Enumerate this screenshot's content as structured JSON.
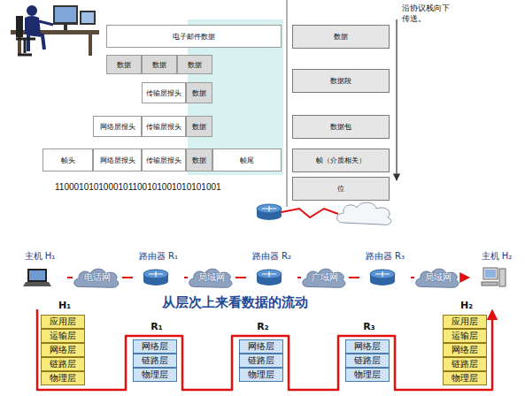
{
  "diagram": {
    "nodes": [
      {
        "text": [
          "电子邮件数据"
        ]
      },
      {
        "text": [
          "数据"
        ]
      },
      {
        "text": [
          "数据"
        ]
      },
      {
        "text": [
          "数据"
        ]
      },
      {
        "text": [
          "传输层报头"
        ]
      },
      {
        "text": [
          "数据"
        ]
      },
      {
        "text": [
          "网络层报头"
        ]
      },
      {
        "text": [
          "传输层报头"
        ]
      },
      {
        "text": [
          "数据"
        ]
      },
      {
        "text": [
          "帧头"
        ]
      },
      {
        "text": [
          "网络层报头"
        ]
      },
      {
        "text": [
          "传输层报头"
        ]
      },
      {
        "text": [
          "数据"
        ]
      },
      {
        "text": [
          "帧尾"
        ]
      },
      {
        "text": [
          "数据"
        ]
      },
      {
        "text": [
          "数据段"
        ]
      },
      {
        "text": [
          "数据包"
        ]
      },
      {
        "text": [
          "帧（介质相关）"
        ]
      },
      {
        "text": [
          "位"
        ]
      },
      {
        "text": [
          "主机 H₁"
        ]
      },
      {
        "text": [
          "电话网"
        ]
      },
      {
        "text": [
          "路由器 R₁"
        ]
      },
      {
        "text": [
          "局域网"
        ]
      },
      {
        "text": [
          "路由器 R₂"
        ]
      },
      {
        "text": [
          "广域网"
        ]
      },
      {
        "text": [
          "路由器 R₃"
        ]
      },
      {
        "text": [
          "局域网"
        ]
      },
      {
        "text": [
          "主机 H₂"
        ]
      },
      {
        "text": [
          "H₁"
        ]
      },
      {
        "text": [
          "应用层"
        ],
        "in": 28
      },
      {
        "text": [
          "运输层"
        ],
        "in": 28
      },
      {
        "text": [
          "网络层"
        ],
        "in": 28
      },
      {
        "text": [
          "链路层"
        ],
        "in": 28
      },
      {
        "text": [
          "物理层"
        ],
        "in": 28
      },
      {
        "text": [
          "R₁"
        ]
      },
      {
        "text": [
          "网络层"
        ],
        "in": 34
      },
      {
        "text": [
          "链路层"
        ],
        "in": 34
      },
      {
        "text": [
          "物理层"
        ],
        "in": 34
      },
      {
        "text": [
          "R₂"
        ]
      },
      {
        "text": [
          "网络层"
        ],
        "in": 38
      },
      {
        "text": [
          "链路层"
        ],
        "in": 38
      },
      {
        "text": [
          "物理层"
        ],
        "in": 38
      },
      {
        "text": [
          "R₃"
        ]
      },
      {
        "text": [
          "网络层"
        ],
        "in": 42
      },
      {
        "text": [
          "链路层"
        ],
        "in": 42
      },
      {
        "text": [
          "物理层"
        ],
        "in": 42
      },
      {
        "text": [
          "H₂"
        ]
      },
      {
        "text": [
          "应用层"
        ],
        "in": 46
      },
      {
        "text": [
          "运输层"
        ],
        "in": 46
      },
      {
        "text": [
          "网络层"
        ],
        "in": 46
      },
      {
        "text": [
          "链路层"
        ],
        "in": 46
      },
      {
        "text": [
          "物理层"
        ],
        "in": 46
      }
    ],
    "edges": [
      {
        "from": 19,
        "to": 20,
        "arrow": "none"
      },
      {
        "from": 20,
        "to": 21,
        "arrow": "none"
      },
      {
        "from": 21,
        "to": 22,
        "arrow": "none"
      },
      {
        "from": 22,
        "to": 23,
        "arrow": "none"
      },
      {
        "from": 23,
        "to": 24,
        "arrow": "none"
      },
      {
        "from": 24,
        "to": 25,
        "arrow": "none"
      },
      {
        "from": 25,
        "to": 26,
        "arrow": "none"
      },
      {
        "from": 26,
        "to": 27,
        "arrow": "to"
      }
    ],
    "labels": [
      "沿协议栈向下传送。",
      "1100010101000101100101001010101001",
      "从层次上来看数据的流动"
    ]
  }
}
